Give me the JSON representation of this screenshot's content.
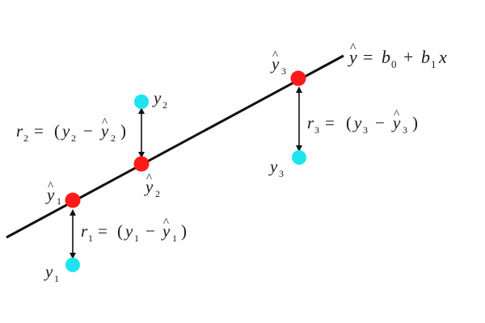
{
  "diagram": {
    "colors": {
      "line": "#111111",
      "predicted_point": "#ff1a1a",
      "observed_point": "#1ee4f0",
      "arrow": "#111111"
    },
    "regression_line": {
      "label_parts": {
        "yhat": "y",
        "hat": "^",
        "equals": "=",
        "b0": "b",
        "sub0": "0",
        "plus": "+",
        "b1": "b",
        "sub1": "1",
        "x": "x"
      }
    },
    "points": [
      {
        "observed": {
          "symbol": "y",
          "subscript": "1"
        },
        "predicted": {
          "symbol": "y",
          "hat": "^",
          "subscript": "1"
        },
        "residual": {
          "r": "r",
          "r_sub": "1",
          "eq": "=",
          "open": "(",
          "y": "y",
          "y_sub": "1",
          "minus": "−",
          "yhat": "y",
          "hat": "^",
          "yhat_sub": "1",
          "close": ")"
        }
      },
      {
        "observed": {
          "symbol": "y",
          "subscript": "2"
        },
        "predicted": {
          "symbol": "y",
          "hat": "^",
          "subscript": "2"
        },
        "residual": {
          "r": "r",
          "r_sub": "2",
          "eq": "=",
          "open": "(",
          "y": "y",
          "y_sub": "2",
          "minus": "−",
          "yhat": "y",
          "hat": "^",
          "yhat_sub": "2",
          "close": ")"
        }
      },
      {
        "observed": {
          "symbol": "y",
          "subscript": "3"
        },
        "predicted": {
          "symbol": "y",
          "hat": "^",
          "subscript": "3"
        },
        "residual": {
          "r": "r",
          "r_sub": "3",
          "eq": "=",
          "open": "(",
          "y": "y",
          "y_sub": "3",
          "minus": "−",
          "yhat": "y",
          "hat": "^",
          "yhat_sub": "3",
          "close": ")"
        }
      }
    ]
  }
}
